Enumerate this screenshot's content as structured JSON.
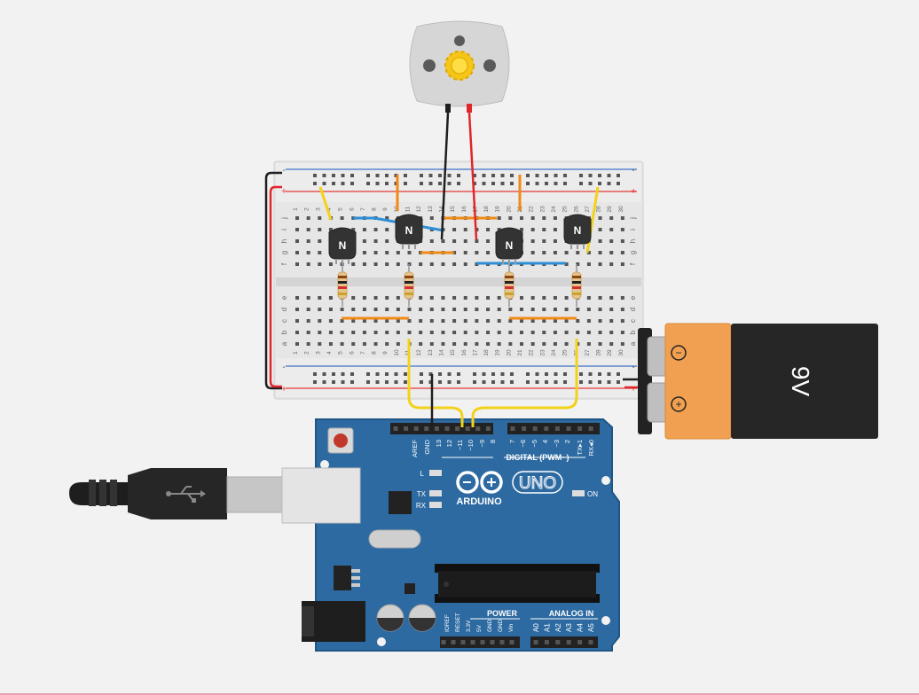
{
  "breadboard": {
    "minus_label": "-",
    "plus_label": "+",
    "row_letters_top": [
      "j",
      "i",
      "h",
      "g",
      "f"
    ],
    "row_letters_bottom": [
      "e",
      "d",
      "c",
      "b",
      "a"
    ],
    "column_numbers": [
      "1",
      "2",
      "3",
      "4",
      "5",
      "6",
      "7",
      "8",
      "9",
      "10",
      "11",
      "12",
      "13",
      "14",
      "15",
      "16",
      "17",
      "18",
      "19",
      "20",
      "21",
      "22",
      "23",
      "24",
      "25",
      "26",
      "27",
      "28",
      "29",
      "30"
    ]
  },
  "transistors": [
    {
      "label": "N"
    },
    {
      "label": "N"
    },
    {
      "label": "N"
    },
    {
      "label": "N"
    }
  ],
  "battery": {
    "label": "9V",
    "minus": "−",
    "plus": "+"
  },
  "arduino": {
    "brand": "ARDUINO",
    "model": "UNO",
    "digital_header": "DIGITAL (PWM~)",
    "digital_pins": [
      "AREF",
      "GND",
      "13",
      "12",
      "~11",
      "~10",
      "~9",
      "8",
      "7",
      "~6",
      "~5",
      "4",
      "~3",
      "2",
      "TX▸1",
      "RX◂0"
    ],
    "led_l": "L",
    "led_tx": "TX",
    "led_rx": "RX",
    "led_on": "ON",
    "power_header": "POWER",
    "power_pins": [
      "IOREF",
      "RESET",
      "3.3V",
      "5V",
      "GND",
      "GND",
      "Vin"
    ],
    "analog_header": "ANALOG IN",
    "analog_pins": [
      "A0",
      "A1",
      "A2",
      "A3",
      "A4",
      "A5"
    ]
  },
  "colors": {
    "board": "#2d6aa1",
    "board_edge": "#1f5686",
    "breadboard": "#e6e6e6",
    "rail_red": "#e53935",
    "rail_blue": "#3f72c9",
    "wire_yellow": "#f2d21b",
    "wire_orange": "#f08a16",
    "wire_blue": "#2d8fd6",
    "wire_black": "#1f1f1f",
    "wire_red": "#e0262a",
    "battery_orange": "#f0a050",
    "battery_black": "#262626"
  }
}
